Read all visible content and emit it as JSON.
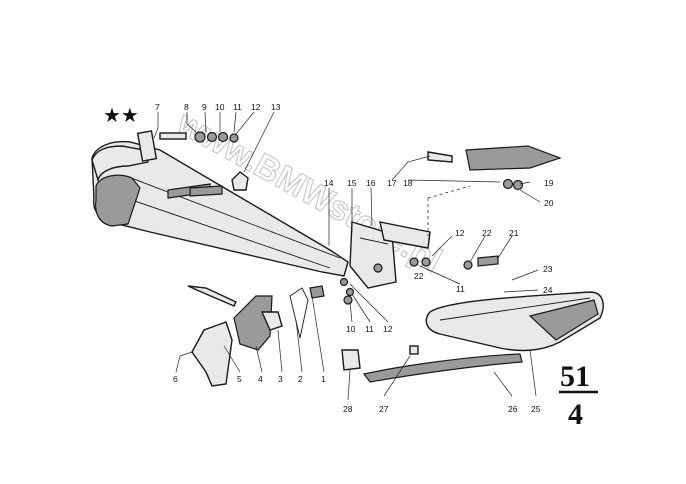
{
  "diagram": {
    "stars": "★★",
    "section_number": "51",
    "subsection_number": "4",
    "watermark": "www.BMWstore.pl",
    "part_labels": {
      "p1": "1",
      "p2": "2",
      "p3": "3",
      "p4": "4",
      "p5": "5",
      "p6": "6",
      "p7": "7",
      "p8": "8",
      "p9": "9",
      "p10a": "10",
      "p11a": "11",
      "p12a": "12",
      "p13": "13",
      "p14": "14",
      "p15": "15",
      "p16": "16",
      "p17": "17",
      "p18": "18",
      "p19": "19",
      "p20": "20",
      "p12b": "12",
      "p22a": "22",
      "p21": "21",
      "p11b": "11",
      "p23": "23",
      "p24": "24",
      "p10b": "10",
      "p11c": "11",
      "p12c": "12",
      "p28": "28",
      "p27": "27",
      "p26": "26",
      "p25": "25"
    }
  }
}
